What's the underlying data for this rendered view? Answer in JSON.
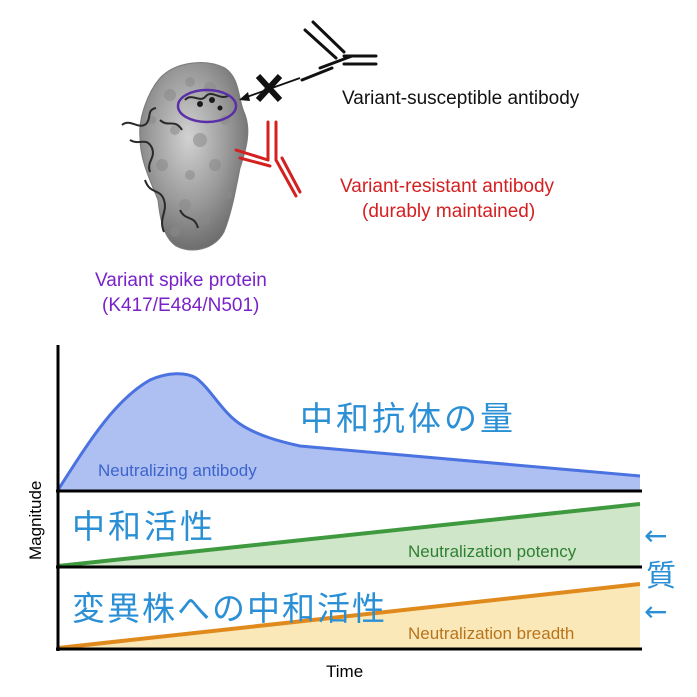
{
  "top": {
    "susceptible_label": "Variant-susceptible antibody",
    "resistant_label_line1": "Variant-resistant antibody",
    "resistant_label_line2": "(durably maintained)",
    "spike_label_line1": "Variant spike protein",
    "spike_label_line2": "(K417/E484/N501)"
  },
  "colors": {
    "susceptible": "#111111",
    "resistant": "#d42020",
    "spike_label": "#7a22c8",
    "circle": "#5a2fa8",
    "jp_text": "#2a8fd4",
    "neutralizing_fill": "#aebff2",
    "neutralizing_line": "#4a72e0",
    "neutralizing_text": "#3c64cc",
    "potency_fill": "#cfe6c8",
    "potency_line": "#3f9a3f",
    "potency_text": "#2f7f33",
    "breadth_fill": "#fbe8b8",
    "breadth_line": "#e08a1e",
    "breadth_text": "#b8741c"
  },
  "chart": {
    "ylabel": "Magnitude",
    "xlabel": "Time",
    "panels": {
      "quantity": {
        "label_jp": "中和抗体の量",
        "curve_label": "Neutralizing antibody"
      },
      "potency": {
        "label_jp": "中和活性",
        "curve_label": "Neutralization potency"
      },
      "breadth": {
        "label_jp": "変異株への中和活性",
        "curve_label": "Neutralization breadth"
      }
    },
    "side_label_jp": "質",
    "arrow_glyph": "←"
  }
}
